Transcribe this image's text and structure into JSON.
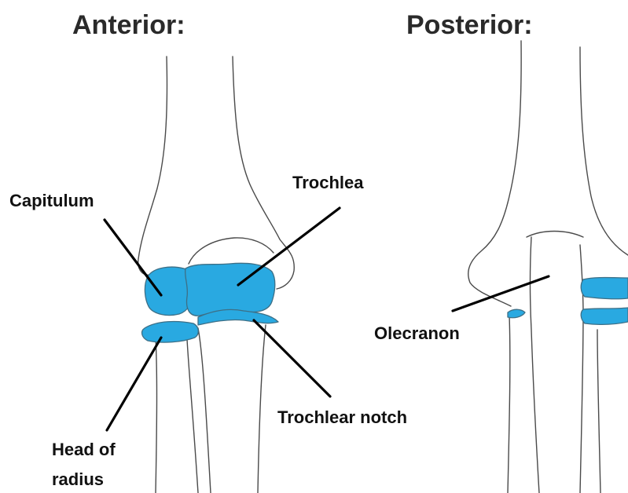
{
  "headings": {
    "anterior": "Anterior:",
    "posterior": "Posterior:"
  },
  "labels": {
    "capitulum": "Capitulum",
    "trochlea": "Trochlea",
    "trochlear_notch": "Trochlear notch",
    "head_of_radius_line1": "Head of",
    "head_of_radius_line2": "radius",
    "olecranon": "Olecranon"
  },
  "colors": {
    "highlight": "#29a9e1",
    "outline": "#4a4a4a",
    "leader": "#000000"
  }
}
